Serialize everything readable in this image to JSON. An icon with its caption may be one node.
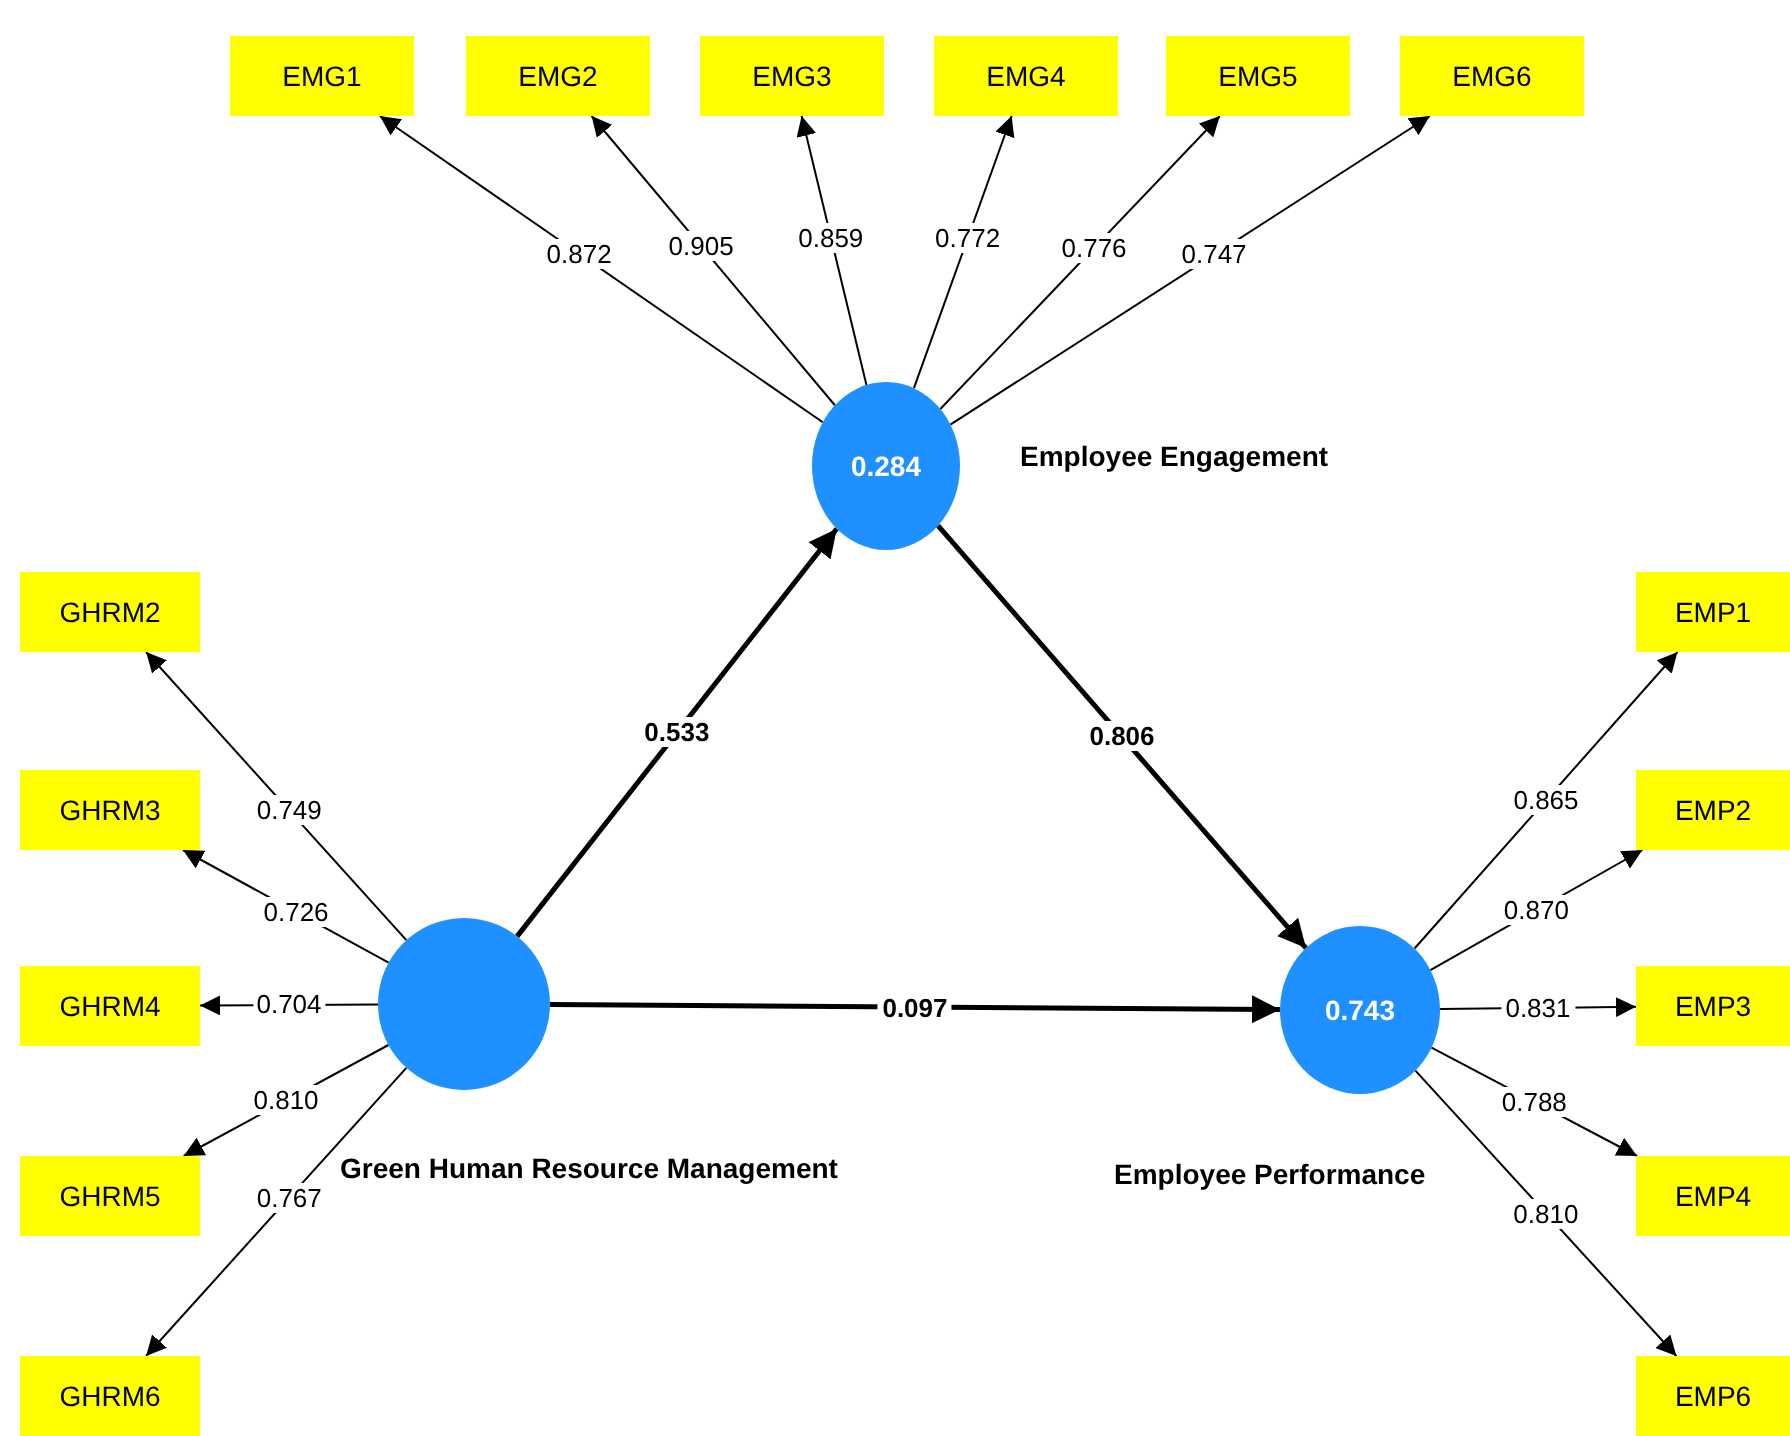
{
  "diagram": {
    "nodes": [
      {
        "text": [
          "EMG1"
        ]
      },
      {
        "text": [
          "EMG2"
        ]
      },
      {
        "text": [
          "EMG3"
        ]
      },
      {
        "text": [
          "EMG4"
        ]
      },
      {
        "text": [
          "EMG5"
        ]
      },
      {
        "text": [
          "EMG6"
        ]
      },
      {
        "text": [
          "0.284"
        ],
        "beside": [
          "Employee Engagement"
        ]
      },
      {
        "text": [
          "GHRM2"
        ]
      },
      {
        "text": [
          "GHRM3"
        ]
      },
      {
        "text": [
          "GHRM4"
        ]
      },
      {
        "text": [
          "GHRM5"
        ]
      },
      {
        "text": [
          "GHRM6"
        ]
      },
      {
        "text": [],
        "shape": "circle",
        "beside": [
          "Green Human Resource Management"
        ]
      },
      {
        "text": [
          "0.743"
        ],
        "beside": [
          "Employee Performance"
        ]
      },
      {
        "text": [
          "EMP1"
        ]
      },
      {
        "text": [
          "EMP2"
        ]
      },
      {
        "text": [
          "EMP3"
        ]
      },
      {
        "text": [
          "EMP4"
        ]
      },
      {
        "text": [
          "EMP6"
        ]
      }
    ],
    "edges": [
      {
        "from": 6,
        "to": 0,
        "arrow": "to",
        "label": "0.872"
      },
      {
        "from": 6,
        "to": 1,
        "arrow": "to",
        "label": "0.905"
      },
      {
        "from": 6,
        "to": 2,
        "arrow": "to",
        "label": "0.859"
      },
      {
        "from": 6,
        "to": 3,
        "arrow": "to",
        "label": "0.772"
      },
      {
        "from": 6,
        "to": 4,
        "arrow": "to",
        "label": "0.776"
      },
      {
        "from": 6,
        "to": 5,
        "arrow": "to",
        "label": "0.747"
      },
      {
        "from": 12,
        "to": 7,
        "arrow": "to",
        "label": "0.749"
      },
      {
        "from": 12,
        "to": 8,
        "arrow": "to",
        "label": "0.726"
      },
      {
        "from": 12,
        "to": 9,
        "arrow": "to",
        "label": "0.704"
      },
      {
        "from": 12,
        "to": 10,
        "arrow": "to",
        "label": "0.810"
      },
      {
        "from": 12,
        "to": 11,
        "arrow": "to",
        "label": "0.767"
      },
      {
        "from": 12,
        "to": 6,
        "arrow": "to",
        "label": "0.533",
        "style": "thick"
      },
      {
        "from": 6,
        "to": 13,
        "arrow": "to",
        "label": "0.806",
        "style": "thick"
      },
      {
        "from": 12,
        "to": 13,
        "arrow": "to",
        "label": "0.097",
        "style": "thick"
      },
      {
        "from": 13,
        "to": 14,
        "arrow": "to",
        "label": "0.865"
      },
      {
        "from": 13,
        "to": 15,
        "arrow": "to",
        "label": "0.870"
      },
      {
        "from": 13,
        "to": 16,
        "arrow": "to",
        "label": "0.831"
      },
      {
        "from": 13,
        "to": 17,
        "arrow": "to",
        "label": "0.788"
      },
      {
        "from": 13,
        "to": 18,
        "arrow": "to",
        "label": "0.810"
      }
    ]
  }
}
